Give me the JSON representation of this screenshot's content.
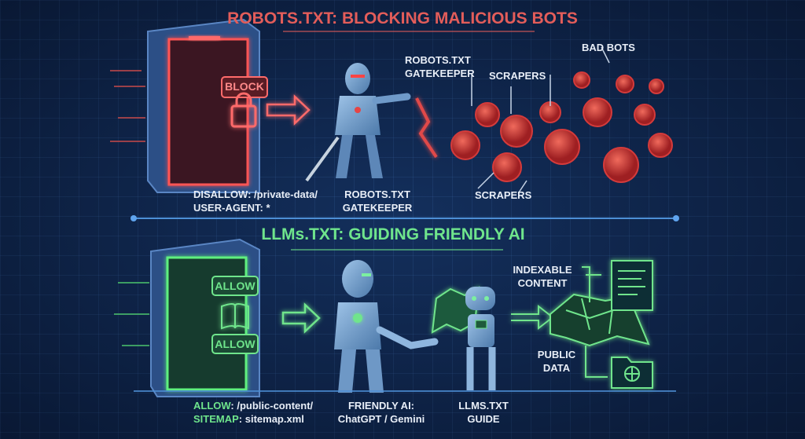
{
  "top": {
    "title": "ROBOTS.TXT: BLOCKING MALICIOUS BOTS",
    "door_label": "BLOCK",
    "gatekeeper_callout": [
      "ROBOTS.TXT",
      "GATEKEEPER"
    ],
    "scrapers_callout": "SCRAPERS",
    "bad_bots_callout": "BAD BOTS",
    "rules": [
      "DISALLOW: /private-data/",
      "USER-AGENT: *"
    ],
    "gatekeeper_caption": [
      "ROBOTS.TXT",
      "GATEKEEPER"
    ],
    "scrapers_caption": "SCRAPERS"
  },
  "bottom": {
    "title": "LLMs.TXT: GUIDING FRIENDLY AI",
    "door_label_top": "ALLOW",
    "door_label_bottom": "ALLOW",
    "indexable_callout": [
      "INDEXABLE",
      "CONTENT"
    ],
    "public_data_callout": [
      "PUBLIC",
      "DATA"
    ],
    "rules": [
      {
        "key": "ALLOW",
        "value": ": /public-content/"
      },
      {
        "key": "SITEMAP",
        "value": ": sitemap.xml"
      }
    ],
    "friendly_caption": [
      "FRIENDLY AI:",
      "ChatGPT / Gemini"
    ],
    "guide_caption": [
      "LLMS.TXT",
      "GUIDE"
    ]
  },
  "colors": {
    "red": "#e35d5a",
    "green": "#6fe58c",
    "background": "#0e2348"
  }
}
